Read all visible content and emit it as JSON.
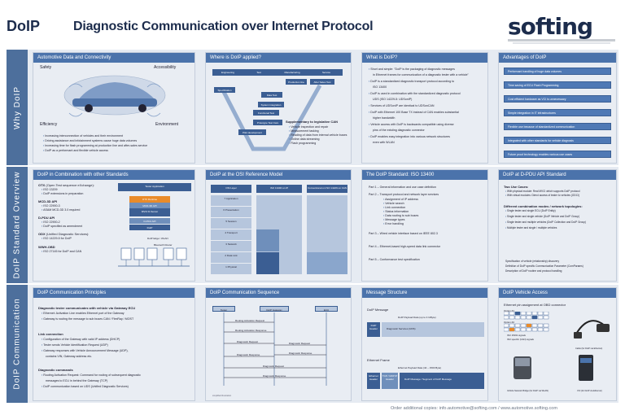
{
  "header": {
    "acronym": "DoIP",
    "title": "Diagnostic Communication over Internet Protocol",
    "logo": "softing"
  },
  "sections": {
    "why": "Why DoIP",
    "overview": "DoIP Standard Overview",
    "communication": "DoIP Communication"
  },
  "panels": {
    "p1": {
      "title": "Automotive Data and Connectivity",
      "labels": [
        "Safety",
        "Accessibility",
        "Efficiency",
        "Environment"
      ],
      "bullets": [
        "Increasing interconnection of vehicles and their environment",
        "Driving assistance and infotainment systems cause huge data volumes",
        "Increasing time for flash programming at production line and after-sales service",
        "DoIP as a performant and flexible vehicle access"
      ]
    },
    "p2": {
      "title": "Where is DoIP applied?",
      "stages": [
        "Engineering",
        "Test",
        "Manufacturing",
        "Service"
      ],
      "boxes": [
        "Specification",
        "Production line",
        "After Sales Test",
        "Data Test",
        "System integration",
        "Prototype Test Cars",
        "Functional Test",
        "Pilot development"
      ],
      "support_title": "Supplementary to legislative CAN",
      "support_items": [
        "Vehicle inspection and repair",
        "Measurement tasking",
        "Reading of data from internal vehicle buses",
        "Online data streaming",
        "Flash programming"
      ]
    },
    "p3": {
      "title": "What is DoIP?",
      "bullets": [
        "Short and simple: \"DoIP is the packaging of diagnostic messages",
        "in Ethernet frames for communication of a diagnostic tester with a vehicle\"",
        "DoIP is a standardized diagnostic transport protocol according to",
        "ISO 13400",
        "DoIP is used in combination with the standardized diagnostic protocol",
        "UDS (ISO 14229-5: UDSonIP)",
        "Services of UDSonIP are identical to UDSonCAN",
        "DoIP with Ethernet 100 Base TX instead of CAN enables substantial",
        "higher bandwidth",
        "Vehicle access with DoIP is backwards compatible using diverse",
        "pins of the existing diagnostic connector",
        "DoIP enables easy integration into various network structures",
        "even with WLAN"
      ]
    },
    "p4": {
      "title": "Advantages of DoIP",
      "items": [
        "Performant handling of huge data volumes",
        "Time saving of ECU Flash Programming",
        "Cost efficient hardware as VCI is unnecessary",
        "Simple integration in IT infrastructures",
        "Flexible use because of standardized communication",
        "Integrated with other standards for vehicle diagnosis",
        "Future proof technology enables various use cases"
      ]
    },
    "p5": {
      "title": "DoIP in Combination with other Standards",
      "groups": [
        {
          "name": "OTX",
          "desc": "(Open Test sequence eXchange):",
          "items": [
            "ISO 13209",
            "DoIP extensions in preparation"
          ]
        },
        {
          "name": "MCD-3D API",
          "desc": "",
          "items": [
            "ISO 22900-3",
            "ASAM MCD-3D 3.0 required"
          ]
        },
        {
          "name": "D-PDU API",
          "desc": "",
          "items": [
            "ISO 22900-2",
            "DoIP specified as amendment"
          ]
        },
        {
          "name": "ODX",
          "desc": "(Unified Diagnostic Services):",
          "items": [
            "ISO 14229-5 for DoIP"
          ]
        },
        {
          "name": "WWH-OBD",
          "desc": "",
          "items": [
            "ISO 27145 for DoIP and CAN"
          ]
        }
      ],
      "diagram": [
        "Tester Application",
        "OTX Runtime",
        "MCD-3D API",
        "MVCI D-Server",
        "D-PDU API",
        "DoIP",
        "DoIP Edge / WLAN",
        "Bluetooth Router"
      ]
    },
    "p6": {
      "title": "DoIP at the OSI Reference Model",
      "headers": [
        "OSI Layer",
        "ISO 13400 on IP",
        "Conventional on ISO 14229 on CAN"
      ],
      "layers": [
        "7 Application",
        "6 Presentation",
        "5 Session",
        "4 Transport",
        "3 Network",
        "2 Data Link",
        "1 Physical"
      ]
    },
    "p7": {
      "title": "The DoIP Standard:  ISO 13400",
      "parts": [
        "Part 1 – General information and use case definition",
        "Part 2 – Transport protocol and network layer services",
        "Part 3 – Wired vehicle interface based on IEEE 802.3",
        "Part 4 – Ethernet-based high-speed data link connector",
        "Part 5 – Conformance test specification"
      ],
      "part2_items": [
        "Assignment of IP address",
        "Vehicle search",
        "Link connection",
        "Status information",
        "Data routing to sub buses",
        "Message types",
        "Error handling"
      ]
    },
    "p8": {
      "title": "DoIP at D-PDU API Standard",
      "use_cases_title": "Two Use Cases:",
      "use_cases": [
        "With physical module: Real MVCI which supports DoIP protocol",
        "With virtual modules: Direct access of tester to vehicles (ODCI)"
      ],
      "topologies_title": "Different combination modes / network topologies:",
      "topologies": [
        "Single tester and single ECU (DoIP Entity)",
        "Single tester and single vehicle (DoIP Vehicle and DoIP Group)",
        "Single tester and multiple vehicles (DoIP Collection and DoIP Group)",
        "Multiple tester and single / multiple vehicles"
      ],
      "footnotes": [
        "Specification of vehicle (relationship) discovery",
        "Definition of DoIP specific Communication Parameter (ComParams)",
        "Description of DoIP routine and protocol handling"
      ]
    },
    "p9": {
      "title": "DoIP Communication Principles",
      "sections": [
        {
          "heading": "Diagnostic tester communicates with vehicle via Gateway ECU",
          "items": [
            "Ethernet: Activation Line enables Ethernet port of the Gateway",
            "Gateway is routing the message to sub buses CAN / FlexRay / MOST"
          ]
        },
        {
          "heading": "Link connection",
          "items": [
            "Configuration of the Gateway with valid IP address (DHCP)",
            "Tester sends Vehicle Identification Request (UDP)",
            "Gateway responses with Vehicle Announcement Message (UDP),",
            "contains VIN, Gateway address etc."
          ]
        },
        {
          "heading": "Diagnostic commands",
          "items": [
            "Routing Activation Request: Command for routing of subsequent diagnostic",
            "messages to ECU in behind the Gateway (TCP)",
            "DoIP communication based on UDS (Unified Diagnostic Services)"
          ]
        }
      ]
    },
    "p10": {
      "title": "DoIP Communication Sequence",
      "actors": [
        "Tester",
        "DoIP Gateway",
        "ECU"
      ],
      "messages": [
        "Routing Activation Request",
        "Routing Activation Response",
        "Diagnostic Request",
        "Diagnostic Request",
        "Diagnostic Response",
        "Diagnostic Response",
        "Diagnostic Request",
        "Diagnostic Response"
      ],
      "note": "simplified illustration"
    },
    "p11": {
      "title": "Message Structure",
      "doip_message": "DoIP Message",
      "payload_label": "DoIP Payload Data (up to 4 GByte)",
      "header_label": "DoIP Header",
      "services_label": "Diagnostic Services (UDS)",
      "eth_frame": "Ethernet Frame",
      "eth_payload_label": "Ethernet Payload Data (42 – 1500 Byte)",
      "eth_header": "Ethernet Header",
      "tcpip_header": "TCP / UDP IP Header",
      "segment_label": "DoIP Message / Segment of DoIP Message"
    },
    "p12": {
      "title": "DoIP Vehicle Access",
      "pin_title": "Ethernet pin assignment at OBD connector",
      "option1": "Option #1",
      "option2": "Option #2",
      "legend": [
        "ISO 15031 signals",
        "ISO specific (CAN) signals"
      ],
      "cable_caption": "Cable (for DoIP via Ethernet)",
      "devices": [
        "Vehicle Network Bridge (for DoIP via WLAN)",
        "VCI (for DoIP via Ethernet)"
      ]
    }
  },
  "footer": "Order additional copies: info.automotive@softing.com / www.automotive.softing.com"
}
